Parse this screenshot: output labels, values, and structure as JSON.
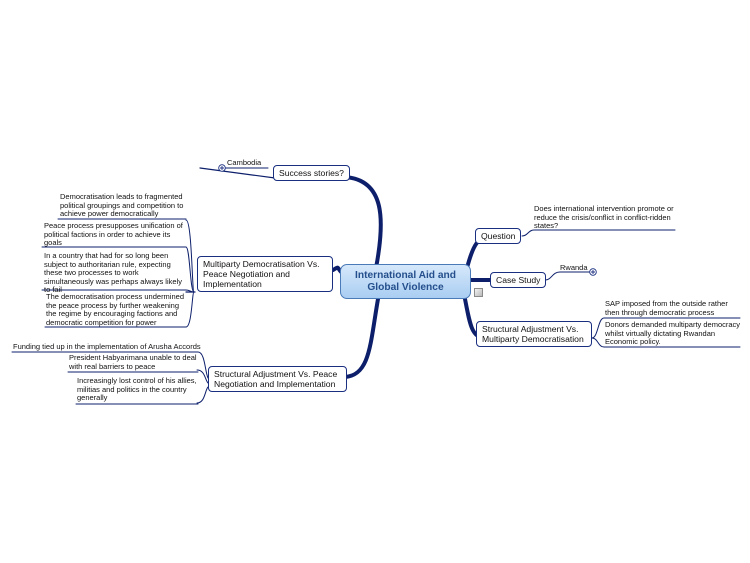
{
  "central_topic": "International Aid and\nGlobal Violence",
  "branches": {
    "success_stories": {
      "label": "Success stories?",
      "children": [
        "Cambodia"
      ]
    },
    "multiparty": {
      "label": "Multiparty Democratisation Vs.\nPeace Negotiation and\nImplementation",
      "children": [
        "Democratisation leads to fragmented\npolitical groupings and competition to\nachieve power democratically",
        "Peace process presupposes unification of\npolitical factions in order to achieve its\ngoals",
        "In a country that had for so long been\nsubject to authoritarian rule, expecting\nthese two processes to work\nsimultaneously was perhaps always likely\nto fail",
        "The democratisation process undermined\nthe peace process by further weakening\nthe regime by encouraging factions and\ndemocratic competition for power"
      ]
    },
    "structural_peace": {
      "label": "Structural Adjustment Vs. Peace\nNegotiation and Implementation",
      "children": [
        "Funding tied up in the implementation of Arusha Accords",
        "President Habyarimana unable to deal\nwith real barriers to peace",
        "Increasingly lost control of his allies,\nmilitias and politics in the country\ngenerally"
      ]
    },
    "question": {
      "label": "Question",
      "children": [
        "Does international intervention promote or\nreduce the crisis/conflict in conflict-ridden\nstates?"
      ]
    },
    "case_study": {
      "label": "Case Study",
      "children": [
        "Rwanda"
      ]
    },
    "structural_multiparty": {
      "label": "Structural Adjustment Vs.\nMultiparty Democratisation",
      "children": [
        "SAP imposed from the outside rather\nthen through democratic process",
        "Donors demanded multiparty democracy\nwhilst virtually dictating Rwandan\nEconomic policy."
      ]
    }
  },
  "colors": {
    "branch": "#0d1f6b",
    "central_fill": "#b9d7f5",
    "central_text": "#244f8c"
  },
  "icons": {
    "expand": "expand-plus-icon",
    "note": "note-icon"
  }
}
